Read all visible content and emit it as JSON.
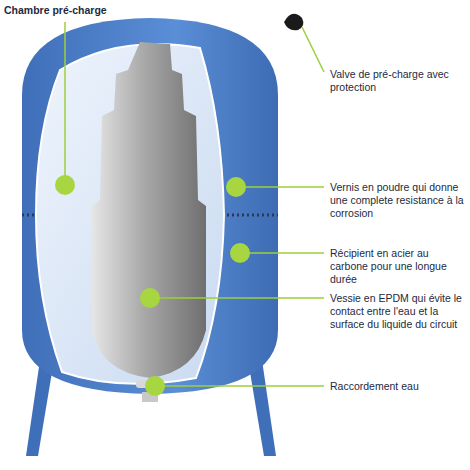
{
  "diagram": {
    "labels": [
      "Chambre pré-charge",
      "Valve de pré-charge avec protection",
      "Vernis en poudre qui donne une complete resistance à la corrosion",
      "Récipient en acier au carbone pour une longue durée",
      "Vessie en EPDM qui évite le contact entre l'eau et la surface du liquide du circuit",
      "Raccordement eau"
    ]
  }
}
